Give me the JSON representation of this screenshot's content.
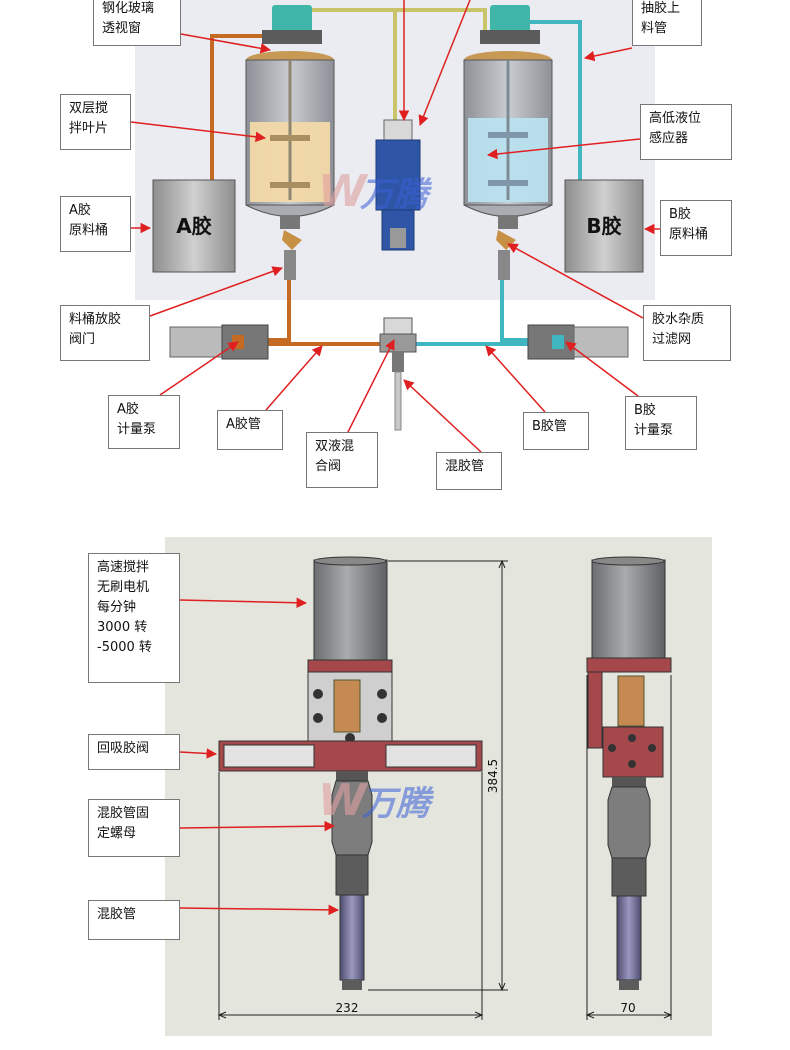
{
  "top": {
    "labels": {
      "glass_window": "钢化玻璃\n透视窗",
      "b_upper_pipe": "抽胶上\n料管",
      "double_blade": "双层搅\n拌叶片",
      "level_sensor": "高低液位\n感应器",
      "a_bucket_callout": "A胶\n原料桶",
      "b_bucket_callout": "B胶\n原料桶",
      "drain_valve": "料桶放胶\n阀门",
      "filter_net": "胶水杂质\n过滤网",
      "a_meter_pump": "A胶\n计量泵",
      "a_pipe": "A胶管",
      "mix_valve": "双液混\n合阀",
      "b_pipe": "B胶管",
      "b_meter_pump": "B胶\n计量泵",
      "mix_tube": "混胶管"
    },
    "bucket_a_text": "A胶",
    "bucket_b_text": "B胶",
    "watermark": "万腾"
  },
  "bottom": {
    "labels": {
      "motor": "高速搅拌\n无刷电机\n每分钟\n3000 转\n-5000 转",
      "suckback_valve": "回吸胶阀",
      "nut": "混胶管固\n定螺母",
      "tube": "混胶管"
    },
    "dim_height": "384.5",
    "dim_width_front": "232",
    "dim_width_side": "70",
    "watermark": "万腾"
  },
  "colors": {
    "arrow": "#e02020",
    "pipe_a": "#c46a22",
    "pipe_b": "#3fb6c0",
    "pipe_mid": "#c9c46a",
    "liquid_a": "#f2d9a8",
    "liquid_b": "#b9e0ee",
    "drawing_bg": "#e4e5dd",
    "watermark": "#3b5fd6"
  }
}
